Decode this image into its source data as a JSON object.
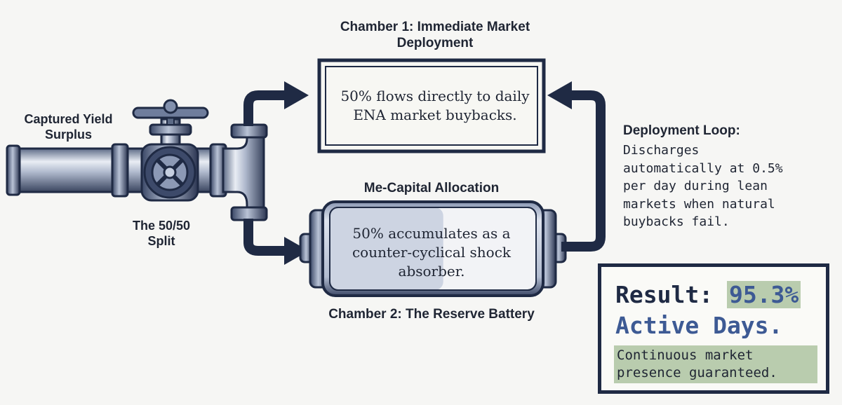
{
  "inlet": {
    "label": "Captured Yield Surplus"
  },
  "valve": {
    "label": "The 50/50 Split"
  },
  "chamber1": {
    "title": "Chamber 1: Immediate Market Deployment",
    "text": "50% flows directly to daily ENA market buybacks."
  },
  "battery": {
    "top_label": "Me-Capital Allocation",
    "text": "50% accumulates as a counter-cyclical shock absorber.",
    "bottom_label": "Chamber 2: The Reserve Battery",
    "charge_level": 0.55
  },
  "loop": {
    "title": "Deployment Loop:",
    "body": "Discharges\nautomatically at 0.5%\nper day during lean\nmarkets when natural\nbuybacks fail."
  },
  "result": {
    "prefix": "Result:",
    "percent": "95.3%",
    "line2": "Active Days.",
    "caption": "Continuous market\npresence guaranteed."
  },
  "colors": {
    "navy": "#1f2a44",
    "steel_blue": "#3d5a94",
    "highlight_green": "#b9ccae",
    "battery_fill": "#c9d0e0"
  }
}
